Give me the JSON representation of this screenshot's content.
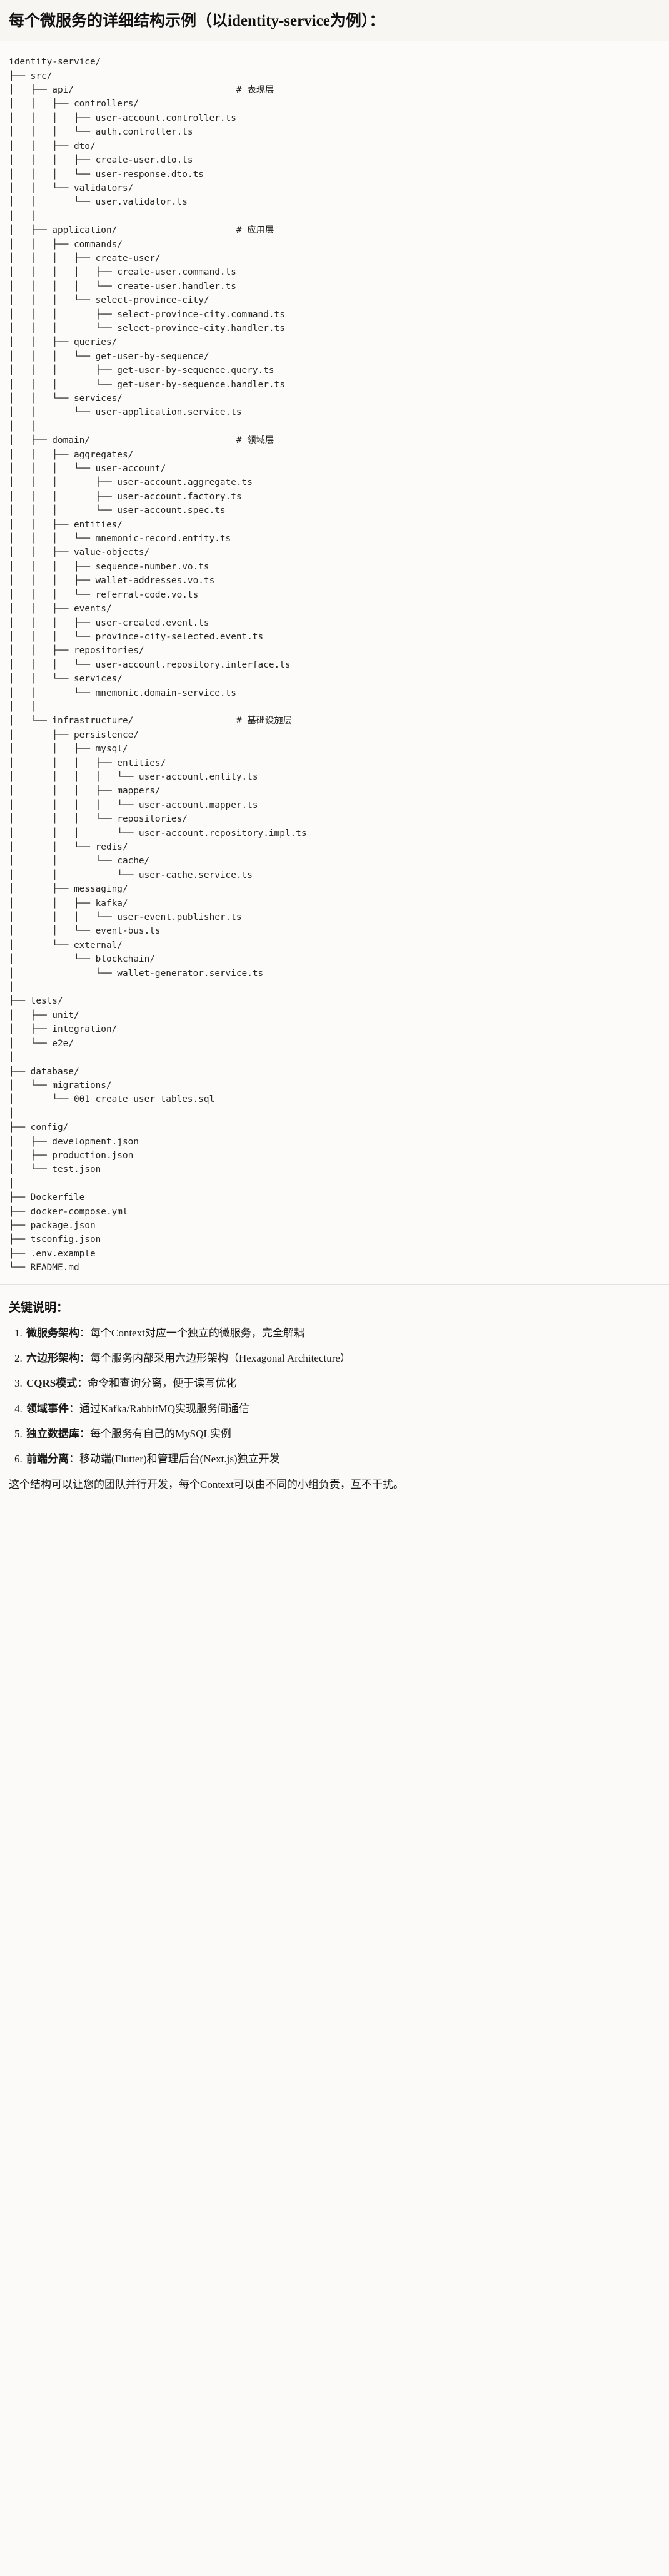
{
  "header": {
    "title": "每个微服务的详细结构示例（以identity-service为例）："
  },
  "tree": {
    "root_label": "identity-service/",
    "text": "identity-service/\n├── src/\n│   ├── api/                              # 表现层\n│   │   ├── controllers/\n│   │   │   ├── user-account.controller.ts\n│   │   │   └── auth.controller.ts\n│   │   ├── dto/\n│   │   │   ├── create-user.dto.ts\n│   │   │   └── user-response.dto.ts\n│   │   └── validators/\n│   │       └── user.validator.ts\n│   │\n│   ├── application/                      # 应用层\n│   │   ├── commands/\n│   │   │   ├── create-user/\n│   │   │   │   ├── create-user.command.ts\n│   │   │   │   └── create-user.handler.ts\n│   │   │   └── select-province-city/\n│   │   │       ├── select-province-city.command.ts\n│   │   │       └── select-province-city.handler.ts\n│   │   ├── queries/\n│   │   │   └── get-user-by-sequence/\n│   │   │       ├── get-user-by-sequence.query.ts\n│   │   │       └── get-user-by-sequence.handler.ts\n│   │   └── services/\n│   │       └── user-application.service.ts\n│   │\n│   ├── domain/                           # 领域层\n│   │   ├── aggregates/\n│   │   │   └── user-account/\n│   │   │       ├── user-account.aggregate.ts\n│   │   │       ├── user-account.factory.ts\n│   │   │       └── user-account.spec.ts\n│   │   ├── entities/\n│   │   │   └── mnemonic-record.entity.ts\n│   │   ├── value-objects/\n│   │   │   ├── sequence-number.vo.ts\n│   │   │   ├── wallet-addresses.vo.ts\n│   │   │   └── referral-code.vo.ts\n│   │   ├── events/\n│   │   │   ├── user-created.event.ts\n│   │   │   └── province-city-selected.event.ts\n│   │   ├── repositories/\n│   │   │   └── user-account.repository.interface.ts\n│   │   └── services/\n│   │       └── mnemonic.domain-service.ts\n│   │\n│   └── infrastructure/                   # 基础设施层\n│       ├── persistence/\n│       │   ├── mysql/\n│       │   │   ├── entities/\n│       │   │   │   └── user-account.entity.ts\n│       │   │   ├── mappers/\n│       │   │   │   └── user-account.mapper.ts\n│       │   │   └── repositories/\n│       │   │       └── user-account.repository.impl.ts\n│       │   └── redis/\n│       │       └── cache/\n│       │           └── user-cache.service.ts\n│       ├── messaging/\n│       │   ├── kafka/\n│       │   │   └── user-event.publisher.ts\n│       │   └── event-bus.ts\n│       └── external/\n│           └── blockchain/\n│               └── wallet-generator.service.ts\n│\n├── tests/\n│   ├── unit/\n│   ├── integration/\n│   └── e2e/\n│\n├── database/\n│   └── migrations/\n│       └── 001_create_user_tables.sql\n│\n├── config/\n│   ├── development.json\n│   ├── production.json\n│   └── test.json\n│\n├── Dockerfile\n├── docker-compose.yml\n├── package.json\n├── tsconfig.json\n├── .env.example\n└── README.md",
    "layer_comments": [
      "# 表现层",
      "# 应用层",
      "# 领域层",
      "# 基础设施层"
    ]
  },
  "notes": {
    "title": "关键说明：",
    "items": [
      "微服务架构：每个Context对应一个独立的微服务，完全解耦",
      "六边形架构：每个服务内部采用六边形架构（Hexagonal Architecture）",
      "CQRS模式：命令和查询分离，便于读写优化",
      "领域事件：通过Kafka/RabbitMQ实现服务间通信",
      "独立数据库：每个服务有自己的MySQL实例",
      "前端分离：移动端(Flutter)和管理后台(Next.js)独立开发"
    ],
    "items_bold": [
      "微服务架构",
      "六边形架构",
      "CQRS模式",
      "领域事件",
      "独立数据库",
      "前端分离"
    ],
    "items_rest": [
      "：每个Context对应一个独立的微服务，完全解耦",
      "：每个服务内部采用六边形架构（Hexagonal Architecture）",
      "：命令和查询分离，便于读写优化",
      "：通过Kafka/RabbitMQ实现服务间通信",
      "：每个服务有自己的MySQL实例",
      "：移动端(Flutter)和管理后台(Next.js)独立开发"
    ],
    "closing": "这个结构可以让您的团队并行开发，每个Context可以由不同的小组负责，互不干扰。"
  }
}
